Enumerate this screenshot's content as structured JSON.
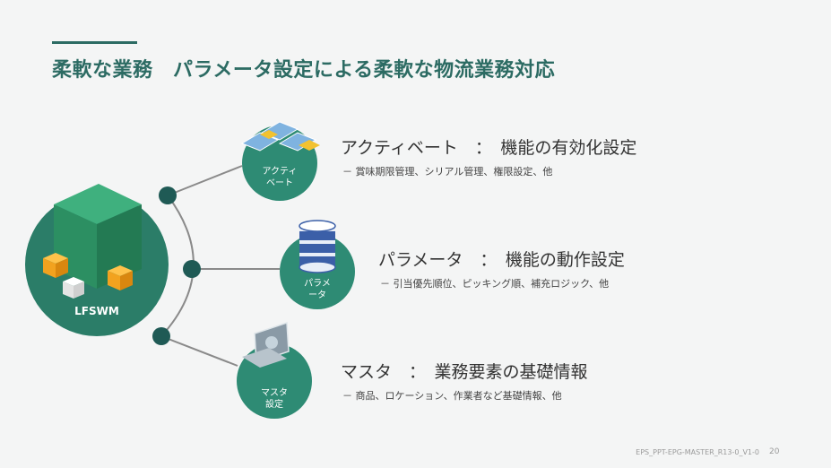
{
  "title": "柔軟な業務　パラメータ設定による柔軟な物流業務対応",
  "hub": {
    "label": "LFSWM"
  },
  "items": [
    {
      "node_label_1": "アクティ",
      "node_label_2": "ベート",
      "heading": "アクティベート　：　機能の有効化設定",
      "desc": "－ 賞味期限管理、シリアル管理、権限設定、他",
      "icon": "solar-panel-icon"
    },
    {
      "node_label_1": "パラメ",
      "node_label_2": "ータ",
      "heading": "パラメータ　：　機能の動作設定",
      "desc": "－ 引当優先順位、ピッキング順、補充ロジック、他",
      "icon": "database-icon"
    },
    {
      "node_label_1": "マスタ",
      "node_label_2": "設定",
      "heading": "マスタ　：　業務要素の基礎情報",
      "desc": "－ 商品、ロケーション、作業者など基礎情報、他",
      "icon": "monitor-icon"
    }
  ],
  "footer": {
    "doc_id": "EPS_PPT-EPG-MASTER_R13-0_V1-0",
    "page": "20"
  },
  "colors": {
    "accent": "#2c6b63",
    "node": "#2e8b74",
    "hub": "#2b7d68",
    "cube": "#2f9a6e",
    "orange": "#f2a21f"
  }
}
